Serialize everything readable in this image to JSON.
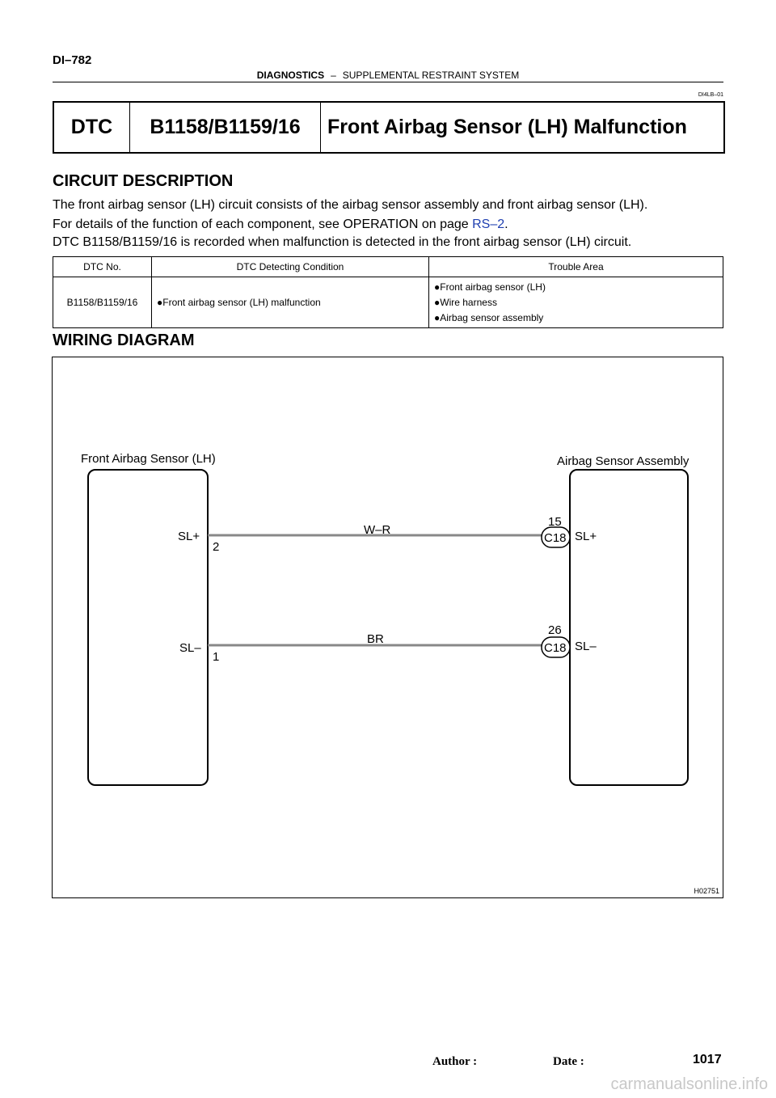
{
  "header": {
    "page_id": "DI–782",
    "section": "DIAGNOSTICS",
    "separator": "–",
    "subsection": "SUPPLEMENTAL RESTRAINT SYSTEM",
    "doc_code": "DI4LB–01"
  },
  "dtc": {
    "label": "DTC",
    "codes": "B1158/B1159/16",
    "title": "Front Airbag Sensor (LH) Malfunction"
  },
  "circuit": {
    "heading": "CIRCUIT DESCRIPTION",
    "para1": "The front airbag sensor (LH) circuit consists of the airbag sensor assembly and front airbag sensor (LH).",
    "para2_prefix": "For details of the function of each component, see OPERATION on page ",
    "para2_link": "RS–2",
    "para2_suffix": ".",
    "para3": "DTC B1158/B1159/16 is recorded when malfunction is detected in the front airbag sensor (LH) circuit."
  },
  "table": {
    "headers": [
      "DTC No.",
      "DTC Detecting Condition",
      "Trouble Area"
    ],
    "row": {
      "dtc_no": "B1158/B1159/16",
      "condition": "Front airbag sensor (LH) malfunction",
      "areas": [
        "Front airbag sensor (LH)",
        "Wire harness",
        "Airbag sensor assembly"
      ]
    }
  },
  "wiring": {
    "heading": "WIRING DIAGRAM",
    "left_component": "Front Airbag Sensor (LH)",
    "right_component": "Airbag Sensor Assembly",
    "left_pins": [
      "SL+",
      "SL–"
    ],
    "left_pin_numbers": [
      "2",
      "1"
    ],
    "wire_colors": [
      "W–R",
      "BR"
    ],
    "right_pin_numbers": [
      "15",
      "26"
    ],
    "connectors": [
      "C18",
      "C18"
    ],
    "right_pins": [
      "SL+",
      "SL–"
    ],
    "figure_code": "H02751"
  },
  "footer": {
    "author_label": "Author :",
    "date_label": "Date :",
    "page_number": "1017",
    "watermark": "carmanualsonline.info"
  }
}
